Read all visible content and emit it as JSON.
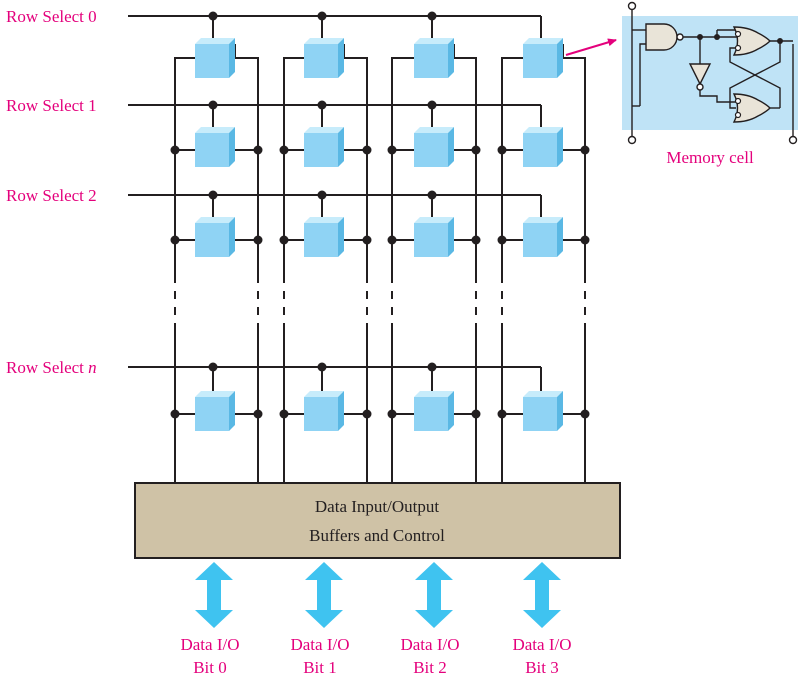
{
  "diagram": {
    "row_selects": [
      {
        "label": "Row Select 0",
        "index_text": ""
      },
      {
        "label": "Row Select 1",
        "index_text": ""
      },
      {
        "label": "Row Select 2",
        "index_text": ""
      },
      {
        "label": "Row Select ",
        "index_text": "n"
      }
    ],
    "buffer": {
      "line1": "Data Input/Output",
      "line2": "Buffers and Control"
    },
    "io_bits": [
      {
        "line1": "Data I/O",
        "line2": "Bit 0"
      },
      {
        "line1": "Data I/O",
        "line2": "Bit 1"
      },
      {
        "line1": "Data I/O",
        "line2": "Bit 2"
      },
      {
        "line1": "Data I/O",
        "line2": "Bit 3"
      }
    ],
    "memory_cell_label": "Memory cell",
    "colors": {
      "label": "#e4007c",
      "cell_front": "#8fd3f4",
      "cell_top": "#c7ecfb",
      "cell_side": "#5ab8e4",
      "buffer_fill": "#cfc2a6",
      "io_arrow": "#3fc3f0",
      "inset_bg": "#bfe3f6",
      "gate_fill": "#e9e4d8",
      "wire": "#231f20"
    }
  }
}
